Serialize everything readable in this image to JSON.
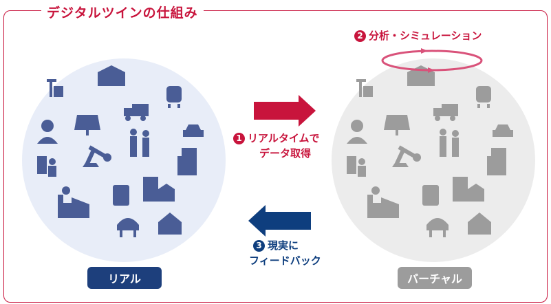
{
  "title": "デジタルツインの仕組み",
  "colors": {
    "red": "#c8143c",
    "blue": "#0e3e7e",
    "real_icon": "#4a5d96",
    "virtual_icon": "#9c9c9c",
    "real_bg": "#e8edf8",
    "virtual_bg": "#ececec"
  },
  "real": {
    "label": "リアル"
  },
  "virtual": {
    "label": "バーチャル"
  },
  "steps": [
    {
      "num": "1",
      "line1": "リアルタイムで",
      "line2": "データ取得"
    },
    {
      "num": "2",
      "line1": "分析・シミュレーション"
    },
    {
      "num": "3",
      "line1": "現実に",
      "line2": "フィードバック"
    }
  ]
}
